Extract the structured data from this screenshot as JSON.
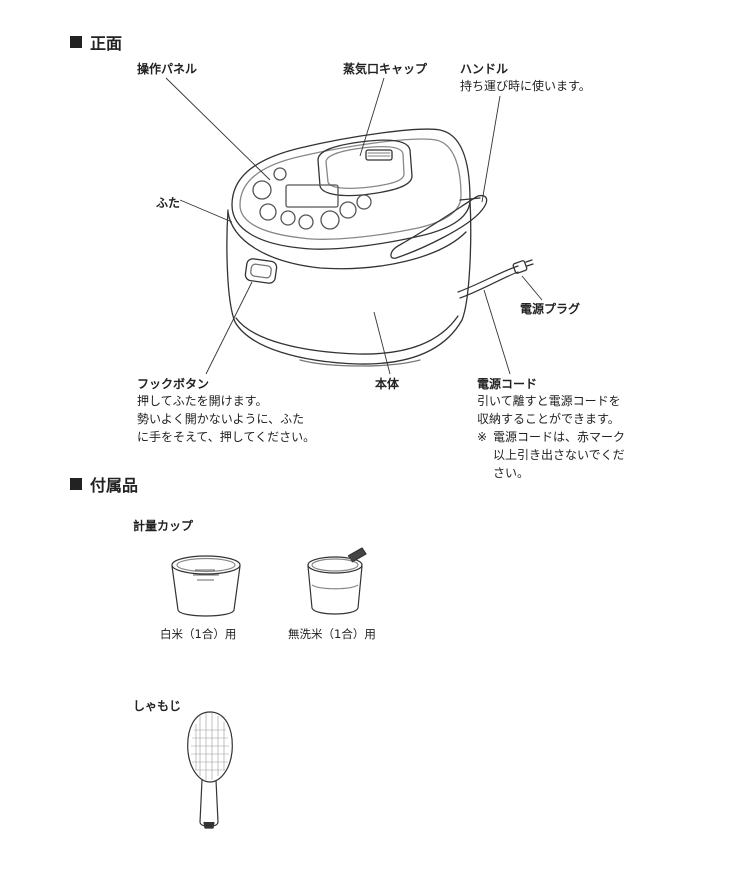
{
  "sections": {
    "front": "正面",
    "accessories": "付属品"
  },
  "labels": {
    "panel": "操作パネル",
    "steam_cap": "蒸気口キャップ",
    "handle": "ハンドル",
    "handle_desc": "持ち運び時に使います。",
    "lid": "ふた",
    "power_plug": "電源プラグ",
    "hook_button": "フックボタン",
    "hook_desc_1": "押してふたを開けます。",
    "hook_desc_2": "勢いよく開かないように、ふた",
    "hook_desc_3": "に手をそえて、押してください。",
    "body": "本体",
    "power_cord": "電源コード",
    "cord_desc_1": "引いて離すと電源コードを",
    "cord_desc_2": "収納することができます。",
    "cord_note_mark": "※",
    "cord_note_1": "電源コードは、赤マーク",
    "cord_note_2": "以上引き出さないでくだ",
    "cord_note_3": "さい。"
  },
  "accessories": {
    "cup_title": "計量カップ",
    "cup_white": "白米（1合）用",
    "cup_musen": "無洗米（1合）用",
    "paddle_title": "しゃもじ"
  }
}
